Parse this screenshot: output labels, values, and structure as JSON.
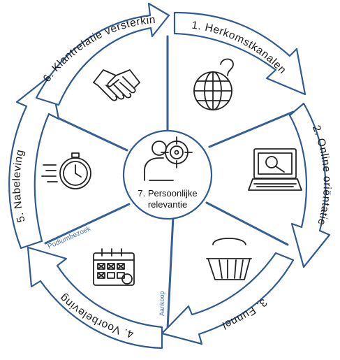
{
  "diagram": {
    "center": {
      "line1": "7. Persoonlijke",
      "line2": "relevantie"
    },
    "steps": [
      {
        "label": "1. Herkomstkanalen",
        "icon": "globe-question-icon"
      },
      {
        "label": "2. Online oriëntatie",
        "icon": "laptop-search-icon"
      },
      {
        "label": "3. Funnel",
        "icon": "basket-icon"
      },
      {
        "label": "4. Voorbeleving",
        "icon": "calendar-icon"
      },
      {
        "label": "5. Nabeleving",
        "icon": "stopwatch-icon"
      },
      {
        "label": "6. Klantrelatie versterking",
        "icon": "handshake-icon"
      }
    ],
    "spoke_labels": {
      "podiumbezoek": "Podiumbezoek",
      "aankoop": "Aankoop"
    },
    "center_icon": "person-target-icon",
    "colors": {
      "arrow_stroke": "#2f5a93",
      "spoke": "#365f96",
      "small_label": "#4a72b0"
    }
  }
}
